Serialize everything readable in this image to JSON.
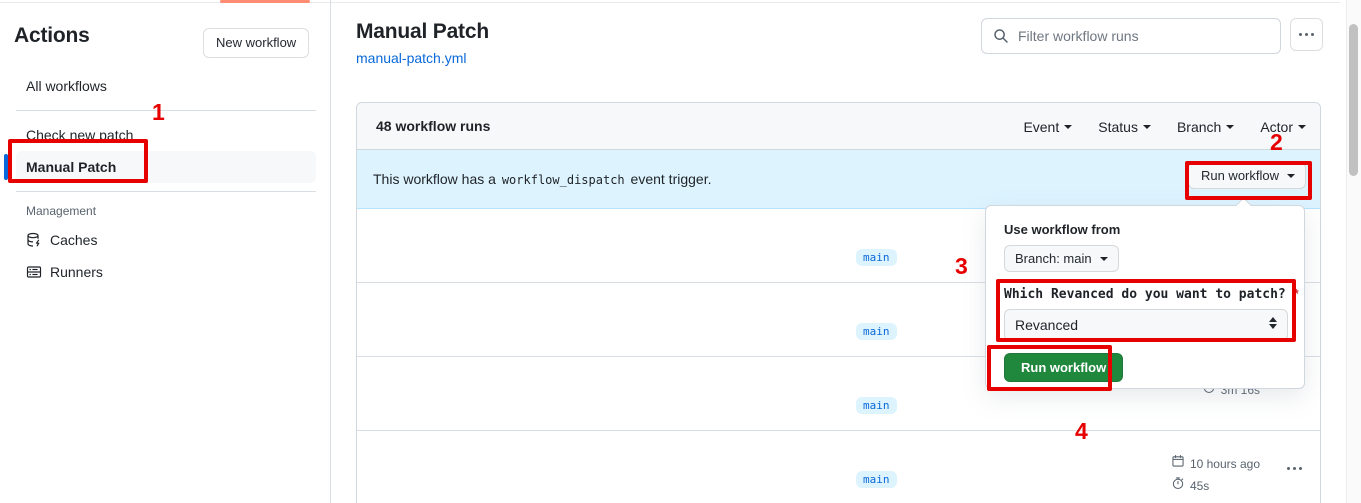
{
  "sidebar": {
    "title": "Actions",
    "new_workflow_label": "New workflow",
    "items": [
      {
        "label": "All workflows",
        "icon": "",
        "active": false
      },
      {
        "label": "Check new patch",
        "icon": "",
        "active": false
      },
      {
        "label": "Manual Patch",
        "icon": "",
        "active": true
      }
    ],
    "management_label": "Management",
    "management_items": [
      {
        "label": "Caches",
        "icon": "cache-icon"
      },
      {
        "label": "Runners",
        "icon": "runner-icon"
      }
    ]
  },
  "header": {
    "title": "Manual Patch",
    "subtitle": "manual-patch.yml",
    "filter_placeholder": "Filter workflow runs",
    "filter_value": "",
    "kebab_label": "..."
  },
  "runs_panel": {
    "count_label": "48 workflow runs",
    "filters": [
      {
        "label": "Event"
      },
      {
        "label": "Status"
      },
      {
        "label": "Branch"
      },
      {
        "label": "Actor"
      }
    ],
    "dispatch_notice_prefix": "This workflow has a",
    "dispatch_notice_code": "workflow_dispatch",
    "dispatch_notice_suffix": "event trigger.",
    "run_workflow_button": "Run workflow",
    "rows": [
      {
        "branch": "main",
        "age": "",
        "duration": ""
      },
      {
        "branch": "main",
        "age": "",
        "duration": ""
      },
      {
        "branch": "main",
        "age": "",
        "duration": "3m 16s"
      },
      {
        "branch": "main",
        "age": "10 hours ago",
        "duration": "45s"
      }
    ]
  },
  "popup": {
    "use_workflow_from_label": "Use workflow from",
    "branch_selector_label": "Branch: main",
    "input_label": "Which Revanced do you want to patch?",
    "required_marker": "*",
    "select_value": "Revanced",
    "select_options": [
      "Revanced"
    ],
    "run_button_label": "Run workflow"
  },
  "annotations": {
    "markers": [
      "1",
      "2",
      "3",
      "4"
    ]
  },
  "colors": {
    "accent_blue": "#0969da",
    "green": "#1f883d",
    "annotation_red": "#e60000",
    "info_bg": "#ddf4ff",
    "tab_indicator": "#FD8C73"
  }
}
